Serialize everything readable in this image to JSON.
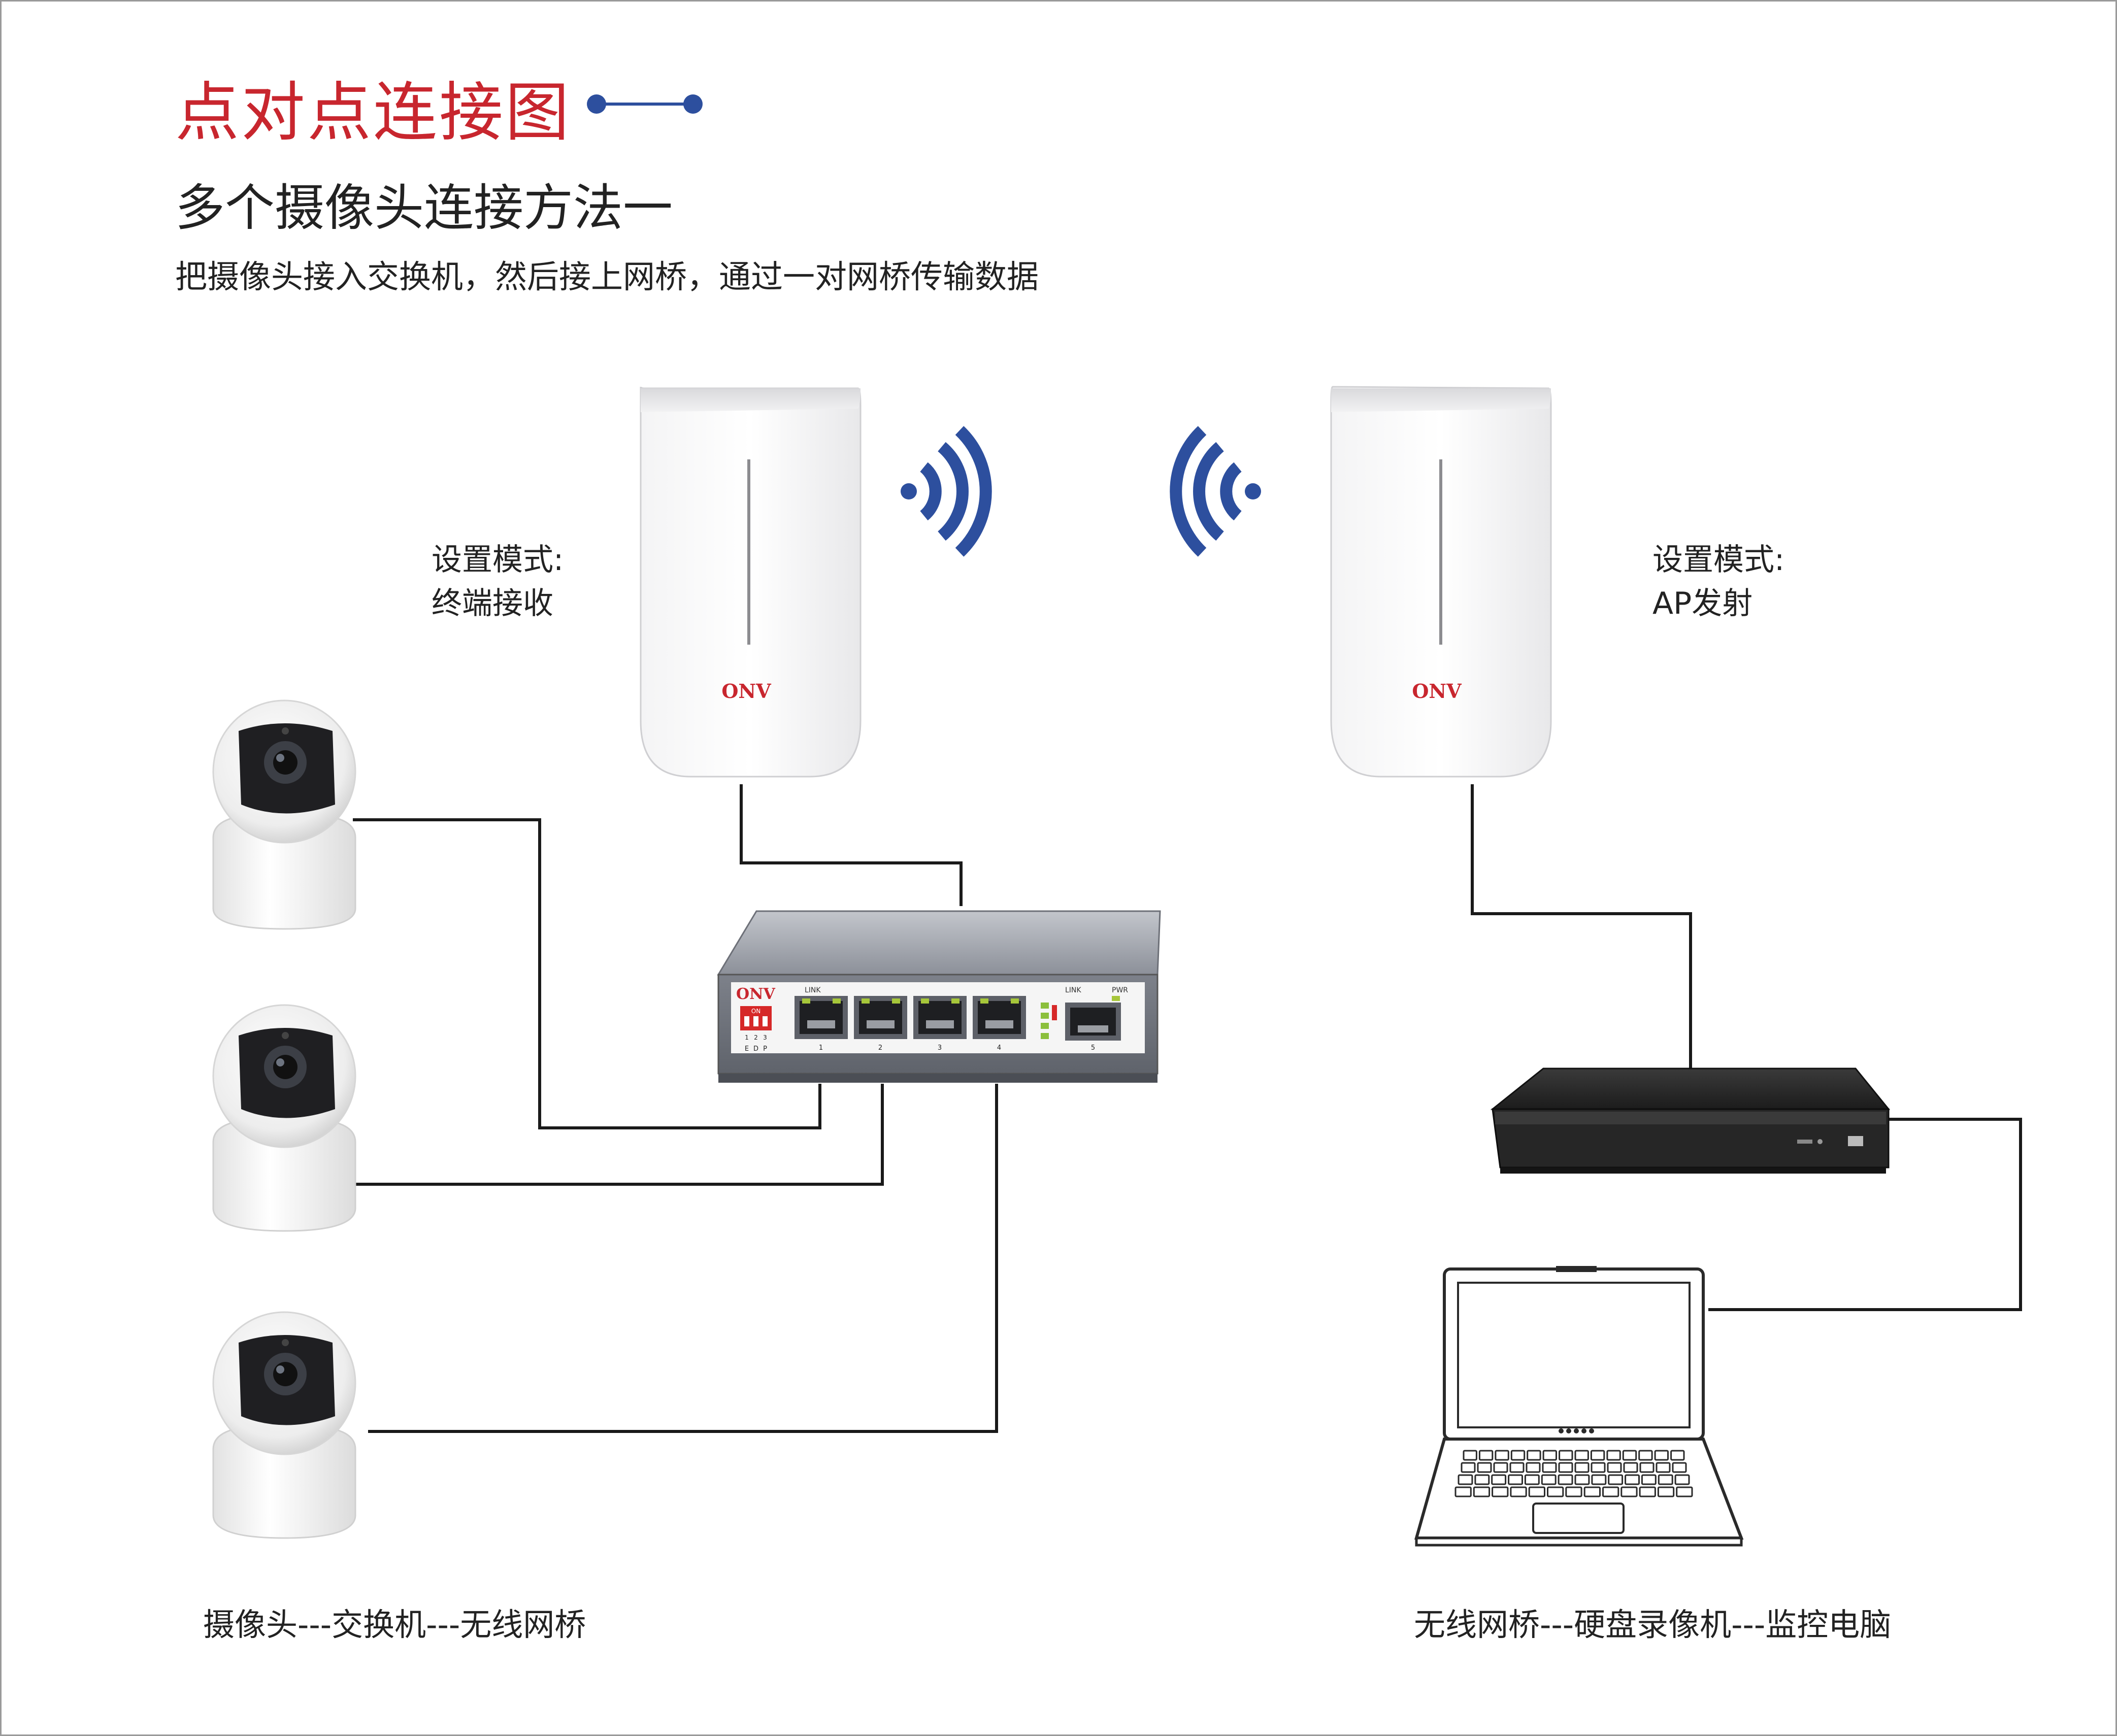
{
  "header": {
    "title": "点对点连接图",
    "subtitle": "多个摄像头连接方法一",
    "description": "把摄像头接入交换机，然后接上网桥，通过一对网桥传输数据"
  },
  "left_bridge": {
    "mode_label": "设置模式:",
    "mode_value": "终端接收",
    "logo": "ONV"
  },
  "right_bridge": {
    "mode_label": "设置模式:",
    "mode_value": "AP发射",
    "logo": "ONV"
  },
  "switch": {
    "logo": "ONV",
    "dip_label": "ON",
    "dip_numbers": [
      "1",
      "2",
      "3"
    ],
    "dip_letters": [
      "E",
      "D",
      "P"
    ],
    "link_label": "LINK",
    "uplink_link_label": "LINK",
    "pwr_label": "PWR",
    "port_numbers": [
      "1",
      "2",
      "3",
      "4",
      "5"
    ]
  },
  "captions": {
    "left": "摄像头---交换机---无线网桥",
    "right": "无线网桥---硬盘录像机---监控电脑"
  },
  "colors": {
    "title_red": "#c8262e",
    "accent_blue": "#2d4f9e",
    "wifi_blue": "#2d4f9e",
    "cable_black": "#1a1a1a"
  }
}
